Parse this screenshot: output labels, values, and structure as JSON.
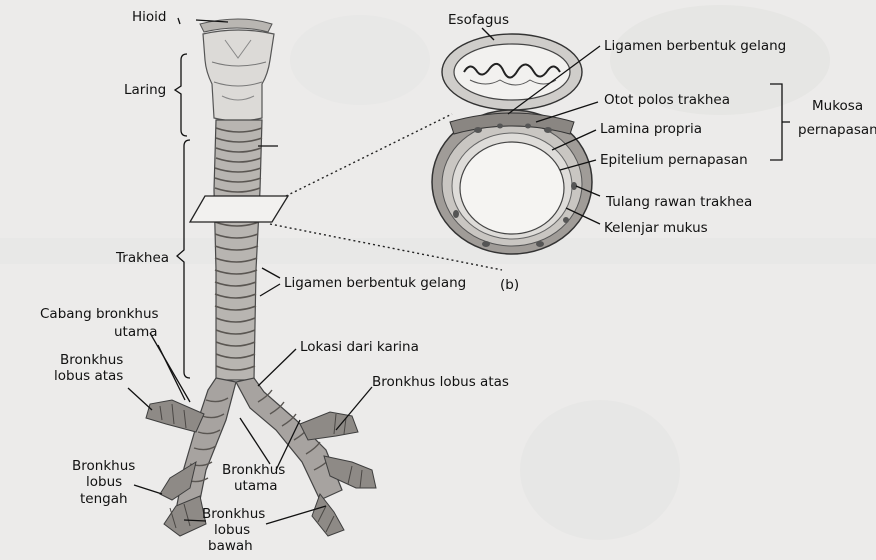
{
  "labels": {
    "hioid": "Hioid",
    "laring": "Laring",
    "trakhea": "Trakhea",
    "ligamen_gelang_left": "Ligamen berbentuk gelang",
    "cabang_bronkhus_1": "Cabang bronkhus",
    "cabang_bronkhus_2": "utama",
    "lokasi_karina": "Lokasi dari karina",
    "bronkhus_lobus_atas_left_1": "Bronkhus",
    "bronkhus_lobus_atas_left_2": "lobus atas",
    "bronkhus_lobus_atas_right": "Bronkhus lobus atas",
    "bronkhus_lobus_tengah_1": "Bronkhus",
    "bronkhus_lobus_tengah_2": "lobus",
    "bronkhus_lobus_tengah_3": "tengah",
    "bronkhus_utama_1": "Bronkhus",
    "bronkhus_utama_2": "utama",
    "bronkhus_lobus_bawah_1": "Bronkhus",
    "bronkhus_lobus_bawah_2": "lobus",
    "bronkhus_lobus_bawah_3": "bawah",
    "esofagus": "Esofagus",
    "ligamen_gelang_right": "Ligamen berbentuk gelang",
    "otot_polos": "Otot polos trakhea",
    "lamina_propria": "Lamina propria",
    "epitelium": "Epitelium pernapasan",
    "tulang_rawan": "Tulang rawan trakhea",
    "kelenjar_mukus": "Kelenjar mukus",
    "mukosa_1": "Mukosa",
    "mukosa_2": "pernapasan",
    "panel_b": "(b)"
  },
  "colors": {
    "paper": "#ecebea",
    "ink": "#111111",
    "tissue_light": "#d6d4d1",
    "tissue_mid": "#a9a6a2",
    "tissue_dark": "#6e6a66"
  }
}
